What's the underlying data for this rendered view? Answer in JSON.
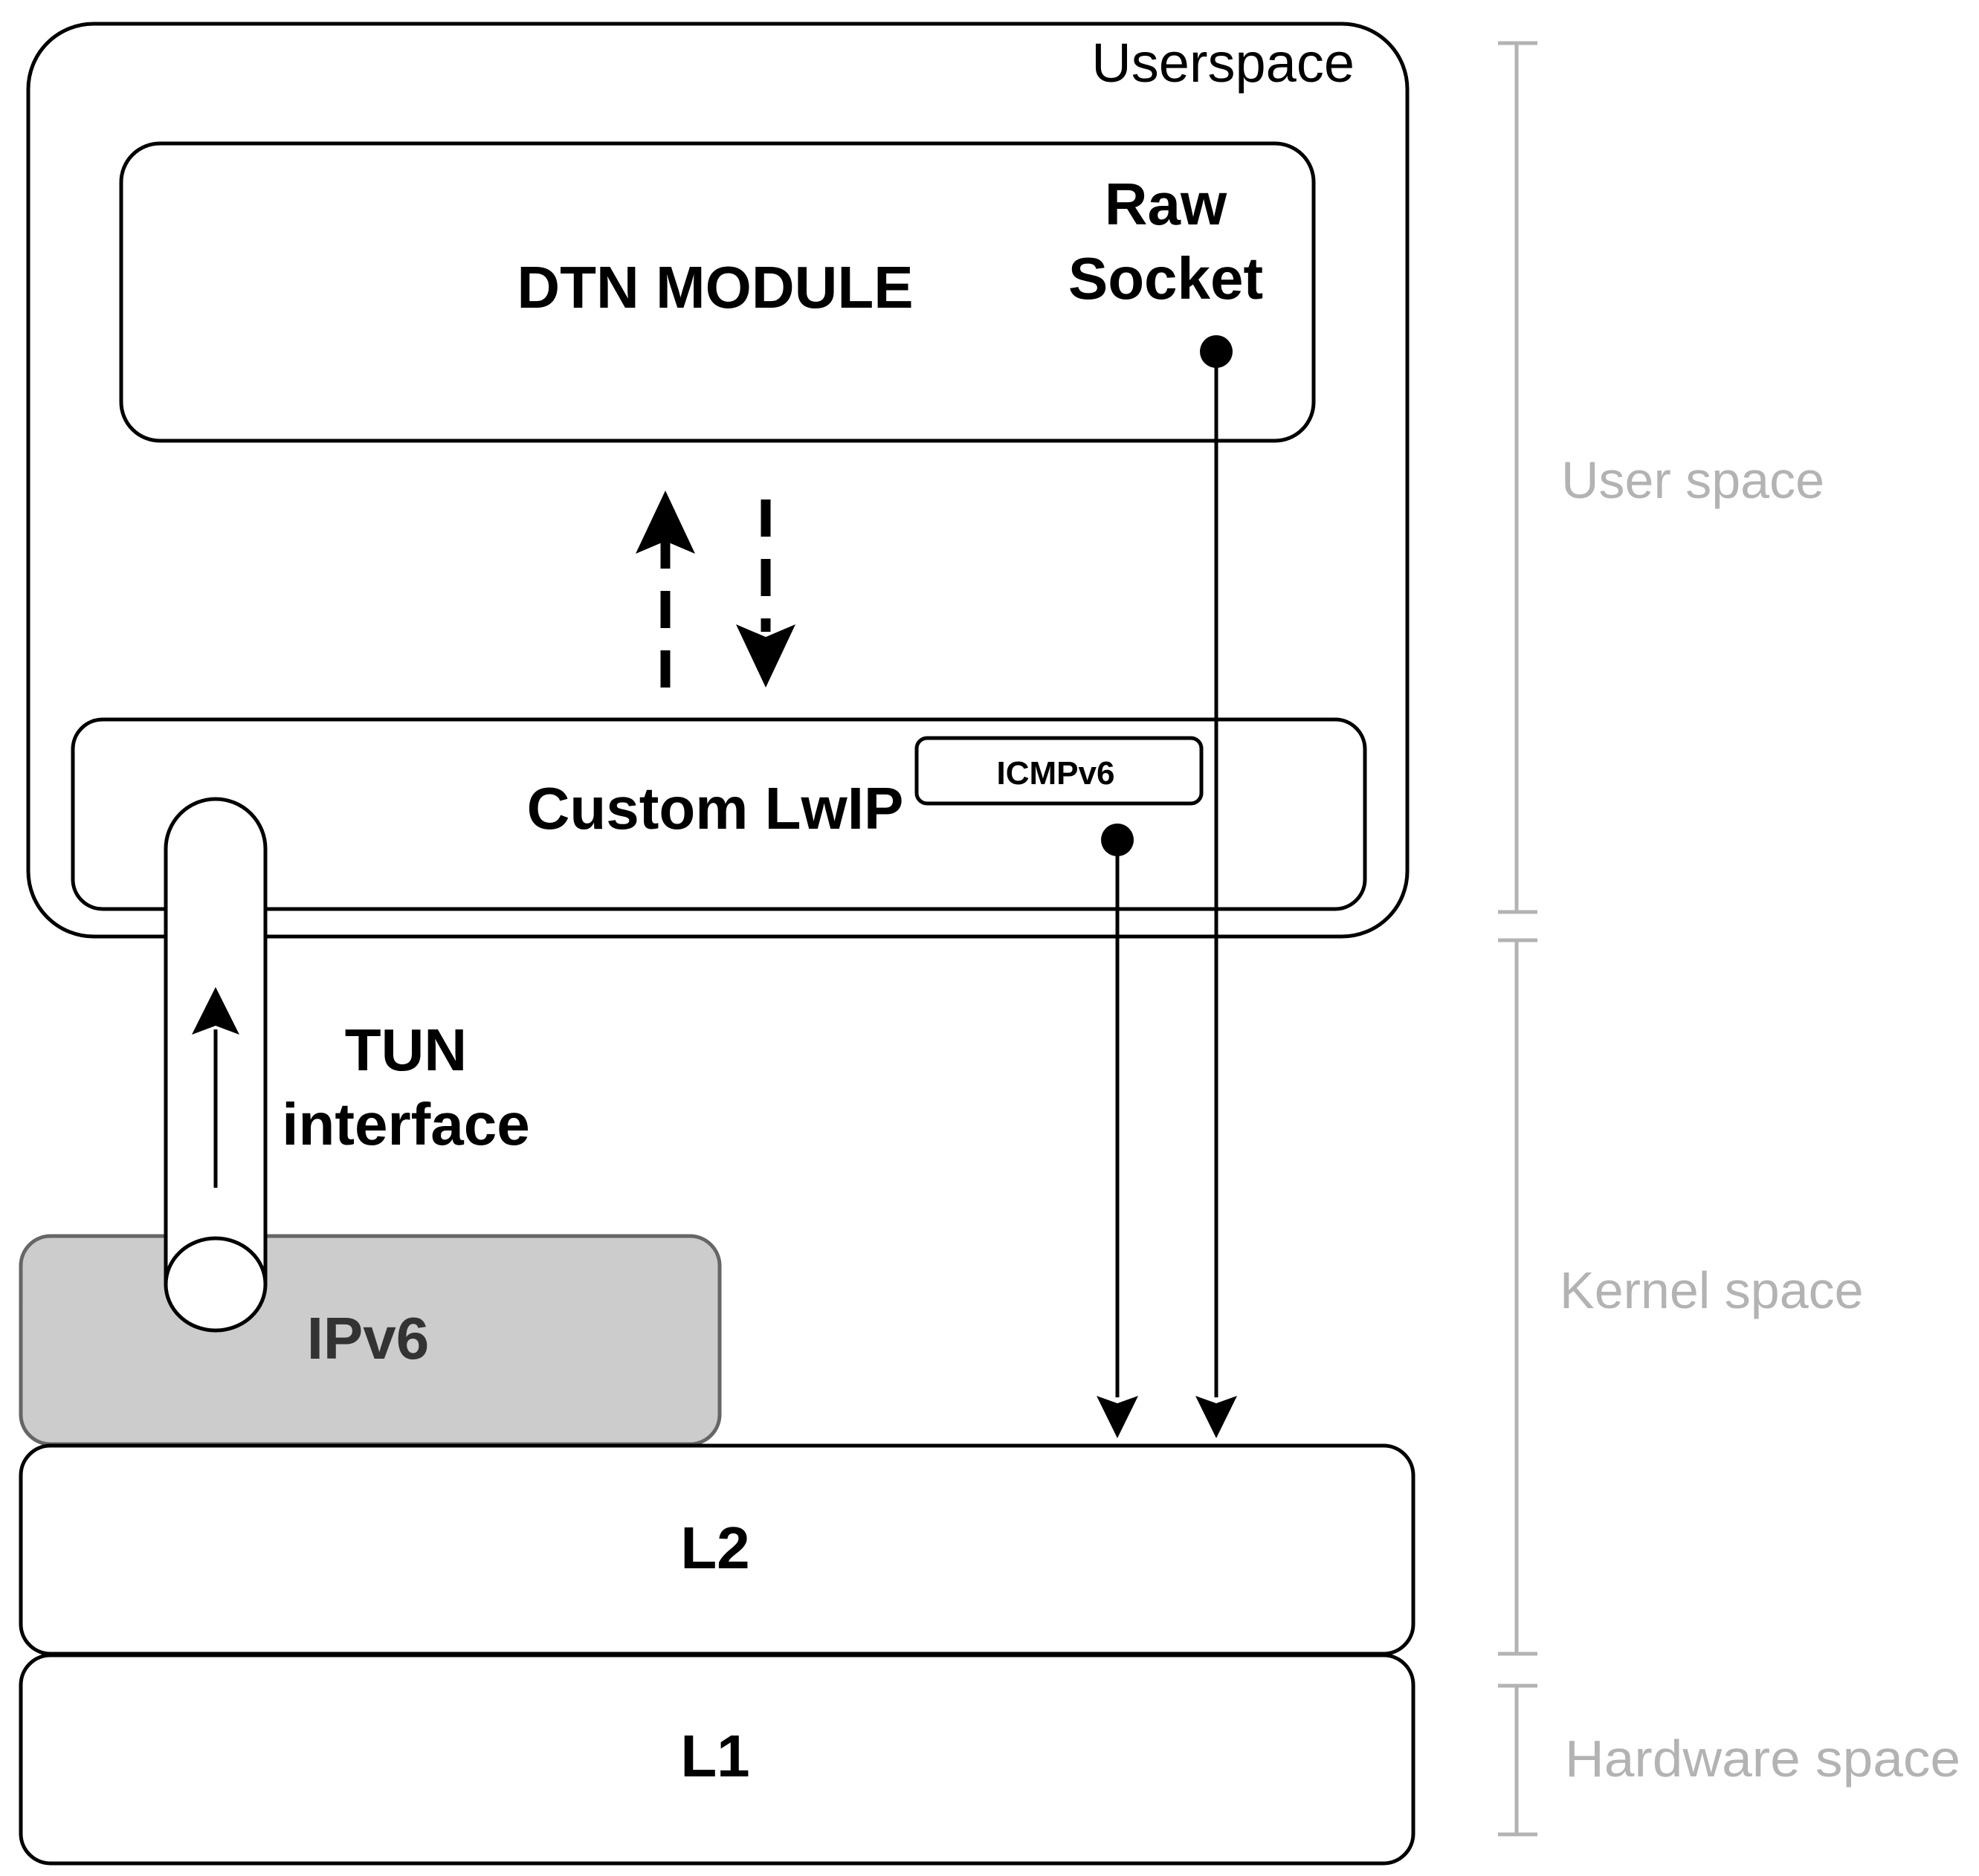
{
  "labels": {
    "userspace_container": "Userspace",
    "dtn_module": "DTN MODULE",
    "raw_socket_line1": "Raw",
    "raw_socket_line2": "Socket",
    "custom_lwip": "Custom LwIP",
    "icmpv6": "ICMPv6",
    "tun_line1": "TUN",
    "tun_line2": "interface",
    "ipv6": "IPv6",
    "l2": "L2",
    "l1": "L1"
  },
  "side_labels": {
    "user_space": "User space",
    "kernel_space": "Kernel space",
    "hardware_space": "Hardware space"
  },
  "colors": {
    "stroke": "#000000",
    "ipv6_fill": "#cccccc",
    "ipv6_stroke": "#666666",
    "side_label": "#b3b3b3"
  }
}
